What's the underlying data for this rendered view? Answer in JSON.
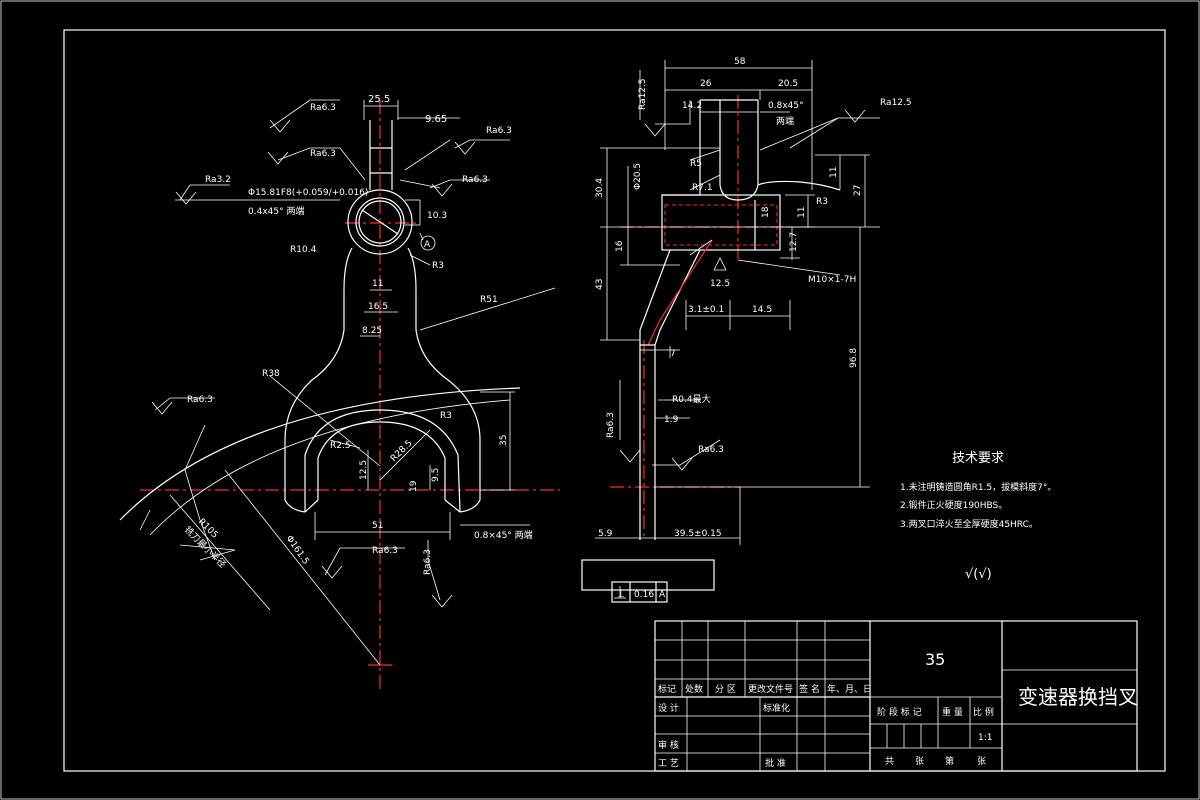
{
  "drawing": {
    "tech_requirements": {
      "heading": "技术要求",
      "items": [
        "1.未注明铸造圆角R1.5，拔模斜度7°。",
        "2.锻件正火硬度190HBS。",
        "3.两叉口淬火至全厚硬度45HRC。"
      ],
      "roughness_note": "√(√)"
    },
    "title_block": {
      "material": "35",
      "part_name": "变速器换挡叉",
      "scale": "1:1",
      "header_labels": [
        "标记",
        "处数",
        "分 区",
        "更改文件号",
        "签 名",
        "年、月、日"
      ],
      "row_labels": [
        "设 计",
        "标准化",
        "审 核",
        "工 艺",
        "批 准"
      ],
      "stage_labels": [
        "阶 段 标 记",
        "重 量",
        "比 例"
      ],
      "sheet_labels": [
        "共",
        "张",
        "第",
        "张"
      ]
    },
    "front_view": {
      "dims": {
        "top_width": "25.5",
        "slot": "9.65",
        "bore": "Φ15.81F8(+0.059/+0.016)",
        "chamfer": "0.4x45° 两端",
        "r_outer": "R10.4",
        "r3": "R3",
        "d10_3": "10.3",
        "d11": "11",
        "d16_5": "16.5",
        "d8_25": "8.25",
        "r51": "R51",
        "r38": "R38",
        "r3b": "R3",
        "r2_5": "R2.5",
        "r28_5": "R28.5",
        "d12_5": "12.5",
        "d19": "19",
        "d9_5": "9.5",
        "d35": "35",
        "d51": "51",
        "chamfer2": "0.8×45° 两端",
        "r105": "R105",
        "r105_note": "铣刀最小半径",
        "phi161": "Φ161.5",
        "datum": "A"
      },
      "roughness": [
        "Ra6.3",
        "Ra6.3",
        "Ra6.3",
        "Ra6.3",
        "Ra3.2",
        "Ra6.3",
        "Ra6.3",
        "Ra6.3"
      ]
    },
    "side_view": {
      "dims": {
        "d58": "58",
        "d26": "26",
        "d20_5": "20.5",
        "d14_2": "14.2",
        "chamfer": "0.8x45°",
        "both_ends": "两端",
        "r5": "R5",
        "r7_1": "R7.1",
        "phi20_5": "Φ20.5",
        "d30_4": "30.4",
        "d16": "16",
        "d18": "18",
        "d11a": "11",
        "d27": "27",
        "r3": "R3",
        "d11b": "11",
        "d12_7": "12.7",
        "d12_5": "12.5",
        "thread": "M10×1-7H",
        "d43": "43",
        "d3_1": "3.1±0.1",
        "d14_5": "14.5",
        "d7": "7",
        "r0_4": "R0.4最大",
        "d1_9": "1.9",
        "d96_8": "96.8",
        "d5_9": "5.9",
        "d39_5": "39.5±0.15",
        "tolerance": "0.16",
        "datum": "A",
        "perp": "⊥"
      },
      "roughness": [
        "Ra12.5",
        "Ra12.5",
        "Ra6.3",
        "Ra6.3"
      ]
    }
  }
}
